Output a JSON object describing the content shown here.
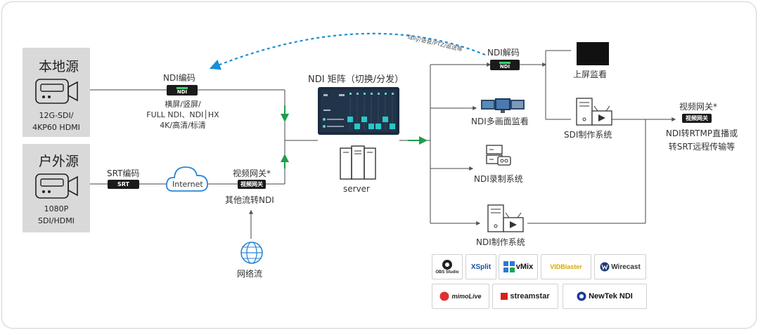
{
  "sources": [
    {
      "title": "本地源",
      "desc_line1": "12G-SDI/",
      "desc_line2": "4KP60 HDMI"
    },
    {
      "title": "户外源",
      "desc_line1": "1080P",
      "desc_line2": "SDI/HDMI"
    }
  ],
  "encoder": {
    "title": "NDI编码",
    "device_label": "NDI",
    "desc_line1": "横屏/竖屏/",
    "desc_line2": "FULL NDI、NDI│HX",
    "desc_line3": "4K/高清/标清"
  },
  "srt": {
    "title": "SRT编码",
    "device_label": "SRT"
  },
  "internet": {
    "label": "Internet"
  },
  "gateway_left": {
    "title": "视频网关*",
    "device_label": "视频网关",
    "desc": "其他流转NDI"
  },
  "network_stream": {
    "label": "网络流"
  },
  "matrix": {
    "title": "NDI 矩阵（切换/分发）",
    "server_label": "server"
  },
  "feedback": {
    "label": "Tally/语音/PTZ/返送等"
  },
  "decoder": {
    "title": "NDI解码",
    "device_label": "NDI"
  },
  "outputs": {
    "big_screen": "上屏监看",
    "multiview": "NDI多画面监看",
    "recording": "NDI录制系统",
    "sdi_production": "SDI制作系统",
    "ndi_production": "NDI制作系统"
  },
  "gateway_right": {
    "title": "视频网关*",
    "device_label": "视频网关",
    "desc_line1": "NDI转RTMP直播或",
    "desc_line2": "转SRT远程传输等"
  },
  "software_logos": [
    "OBS Studio",
    "XSplit",
    "vMix",
    "VIDBlaster",
    "Wirecast",
    "mimoLive",
    "streamstar",
    "NewTek NDI"
  ],
  "colors": {
    "device": "#1b1b1b",
    "led": "#3ad46b",
    "arrow_green": "#1e9e4a",
    "dashed_blue": "#1a8fd6",
    "source_bg": "#d9d9d9",
    "matrix_screen": "#1b2b3e",
    "matrix_cell": "#28c8c8"
  }
}
